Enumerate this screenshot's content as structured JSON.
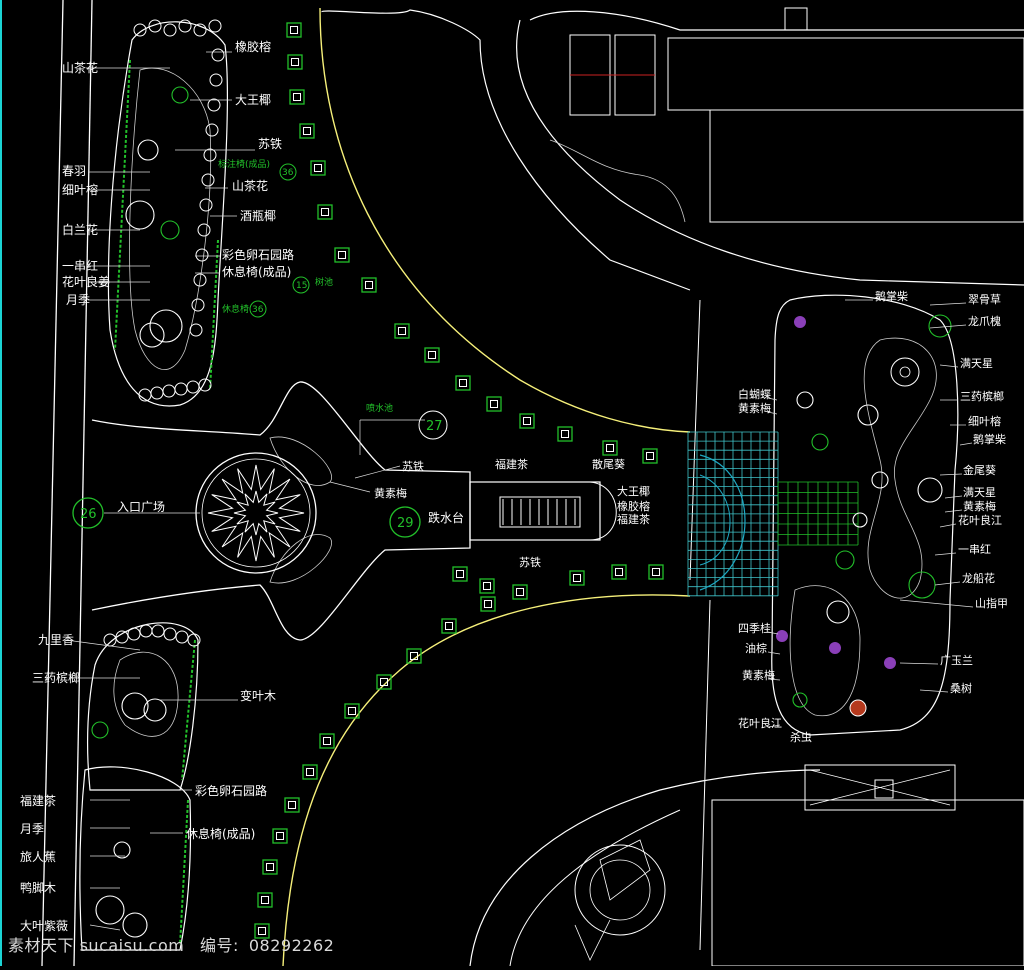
{
  "plan": {
    "labels": {
      "left_top": [
        "山茶花",
        "春羽",
        "细叶榕",
        "白兰花",
        "一串红",
        "花叶良姜",
        "月季"
      ],
      "left_top_right": [
        "橡胶榕",
        "大王椰",
        "苏铁",
        "山茶花",
        "酒瓶椰",
        "彩色卵石园路",
        "休息椅(成品)"
      ],
      "left_bottom": [
        "九里香",
        "三药槟榔",
        "福建茶",
        "月季",
        "旅人蕉",
        "鸭脚木",
        "大叶紫薇"
      ],
      "left_bottom_right": [
        "变叶木",
        "彩色卵石园路",
        "休息椅(成品)"
      ],
      "plaza_name": "入口广场",
      "plaza_num": "26",
      "water_name": "跌水台",
      "water_num": "29",
      "fountain_num": "27",
      "fountain_note": "喷水池",
      "center_plants": [
        "福建茶",
        "散尾葵",
        "大王椰",
        "橡胶榕",
        "福建茶",
        "苏铁",
        "苏铁",
        "黄素梅"
      ],
      "right_left": [
        "白蝴蝶",
        "黄素梅",
        "四季桂",
        "油棕",
        "黄素梅",
        "花叶良江",
        "杀虫"
      ],
      "right_right": [
        "鹅掌柴",
        "翠骨草",
        "龙爪槐",
        "满天星",
        "三药槟榔",
        "细叶榕",
        "鹅掌柴",
        "金尾葵",
        "满天星",
        "黄素梅",
        "花叶良江",
        "一串红",
        "龙船花",
        "山指甲",
        "广玉兰",
        "桑树"
      ],
      "small_green": [
        "标注椅(成品)",
        "树池",
        "休息椅"
      ],
      "small_green_nums": [
        "36",
        "15",
        "36"
      ]
    },
    "watermark": {
      "site": "素材天下 sucaisu.com",
      "code_label": "编号:",
      "code": "08292262"
    }
  }
}
